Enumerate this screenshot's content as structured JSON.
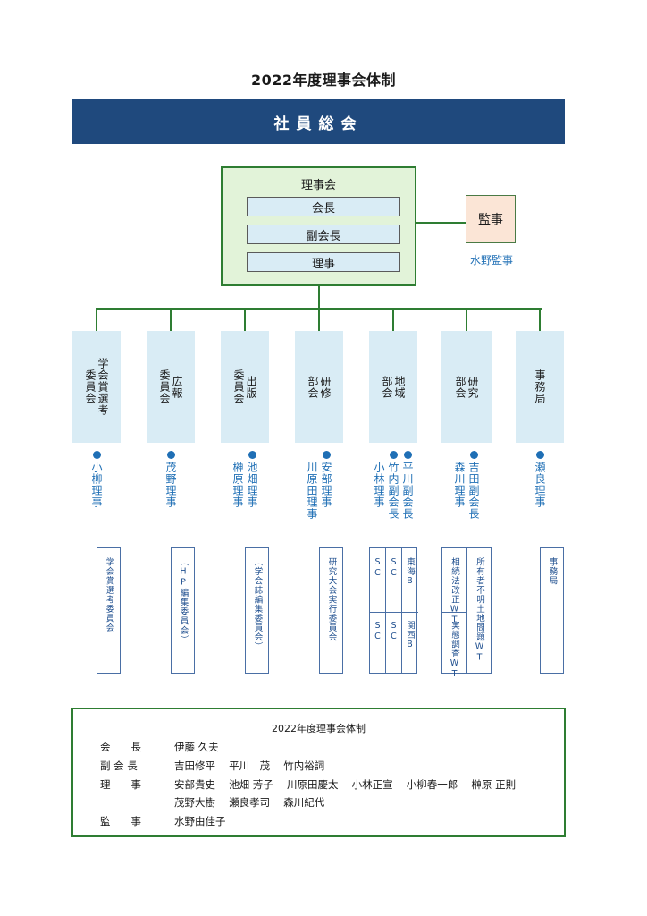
{
  "title": "2022年度理事会体制",
  "assembly": "社員総会",
  "board": {
    "label": "理事会",
    "roles": [
      "会長",
      "副会長",
      "理事"
    ]
  },
  "auditor": {
    "label": "監事",
    "name": "水野監事"
  },
  "departments": [
    {
      "name": "学会賞選考\n委員会",
      "persons": [
        "小柳理事"
      ],
      "panel": [
        [
          "学会賞選考委員会"
        ]
      ]
    },
    {
      "name": "広報\n委員会",
      "persons": [
        "茂野理事"
      ],
      "panel": [
        [
          "（HP編集委員会）"
        ]
      ]
    },
    {
      "name": "出版\n委員会",
      "persons": [
        "池畑理事",
        "榊原理事"
      ],
      "panel": [
        [
          "（学会誌編集委員会）"
        ]
      ]
    },
    {
      "name": "研修\n部会",
      "persons": [
        "安部理事",
        "川原田理事"
      ],
      "panel": [
        [
          "研究大会実行委員会"
        ]
      ]
    },
    {
      "name": "地域\n部会",
      "persons": [
        "平川副会長",
        "竹内副会長",
        "小林理事"
      ],
      "panel": [
        [
          "東海B",
          "関西B"
        ],
        [
          "SC",
          "SC"
        ],
        [
          "SC",
          "SC"
        ]
      ]
    },
    {
      "name": "研究\n部会",
      "persons": [
        "吉田副会長",
        "森川理事"
      ],
      "panel": [
        [
          "所有者不明土地問題WT"
        ],
        [
          "相続法改正WT",
          "実態調査WT"
        ]
      ]
    },
    {
      "name": "事務局",
      "persons": [
        "瀬良理事"
      ],
      "panel": [
        [
          "事務局"
        ]
      ]
    }
  ],
  "summary": {
    "title": "2022年度理事会体制",
    "rows": [
      {
        "role": "会　　長",
        "names": "伊藤 久夫"
      },
      {
        "role": "副 会 長",
        "names": "吉田修平　 平川　茂　 竹内裕詞"
      },
      {
        "role": "理　　事",
        "names": "安部貴史　 池畑 芳子　 川原田慶太　 小林正宣　 小柳春一郎　 榊原 正則"
      },
      {
        "role": "",
        "names": "茂野大樹　 瀬良孝司　 森川紀代"
      },
      {
        "role": "監　　事",
        "names": "水野由佳子"
      }
    ]
  }
}
